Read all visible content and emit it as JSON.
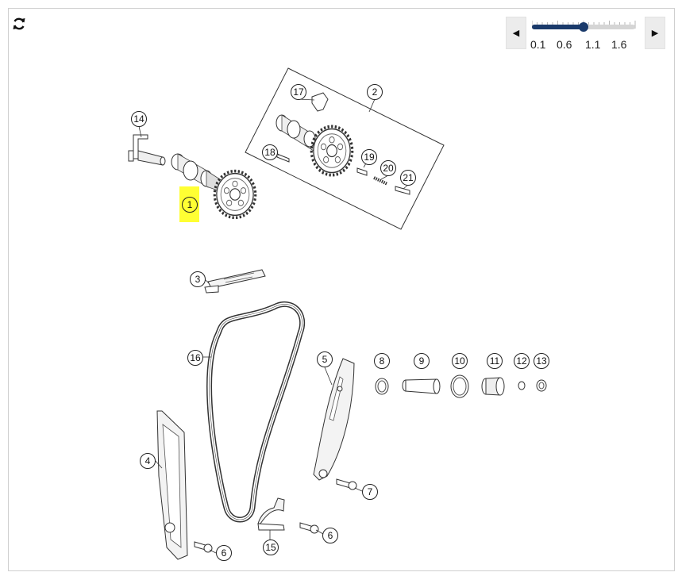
{
  "toolbar": {
    "refresh_icon": "refresh-icon",
    "zoom_prev_icon": "triangle-left-icon",
    "zoom_next_icon": "triangle-right-icon"
  },
  "zoom_slider": {
    "ticks": [
      "0.1",
      "0.6",
      "1.1",
      "1.6"
    ],
    "min": 0.1,
    "max": 2.1,
    "value": 1.1
  },
  "diagram": {
    "selected_callout": "1",
    "highlight_color": "#ffff33",
    "callouts": [
      "1",
      "2",
      "3",
      "4",
      "5",
      "6",
      "6",
      "7",
      "8",
      "9",
      "10",
      "11",
      "12",
      "13",
      "14",
      "15",
      "16",
      "17",
      "18",
      "19",
      "20",
      "21"
    ]
  }
}
